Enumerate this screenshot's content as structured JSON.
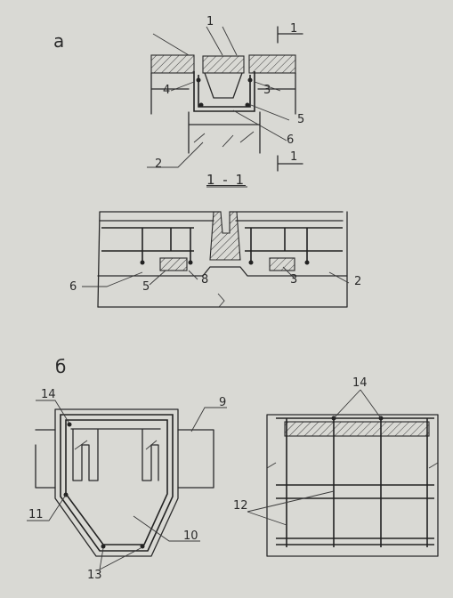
{
  "labels": {
    "view_a": "а",
    "view_b": "б",
    "section_title": "1 - 1",
    "cut_top": "1",
    "cut_bottom": "1",
    "a_1": "1",
    "a_4": "4",
    "a_3": "3",
    "a_5": "5",
    "a_6": "6",
    "a_2": "2",
    "s_6": "6",
    "s_5": "5",
    "s_8": "8",
    "s_3": "3",
    "s_2": "2",
    "b_14": "14",
    "b_9": "9",
    "b_11": "11",
    "b_10": "10",
    "b_13": "13",
    "r_14": "14",
    "r_12": "12"
  }
}
